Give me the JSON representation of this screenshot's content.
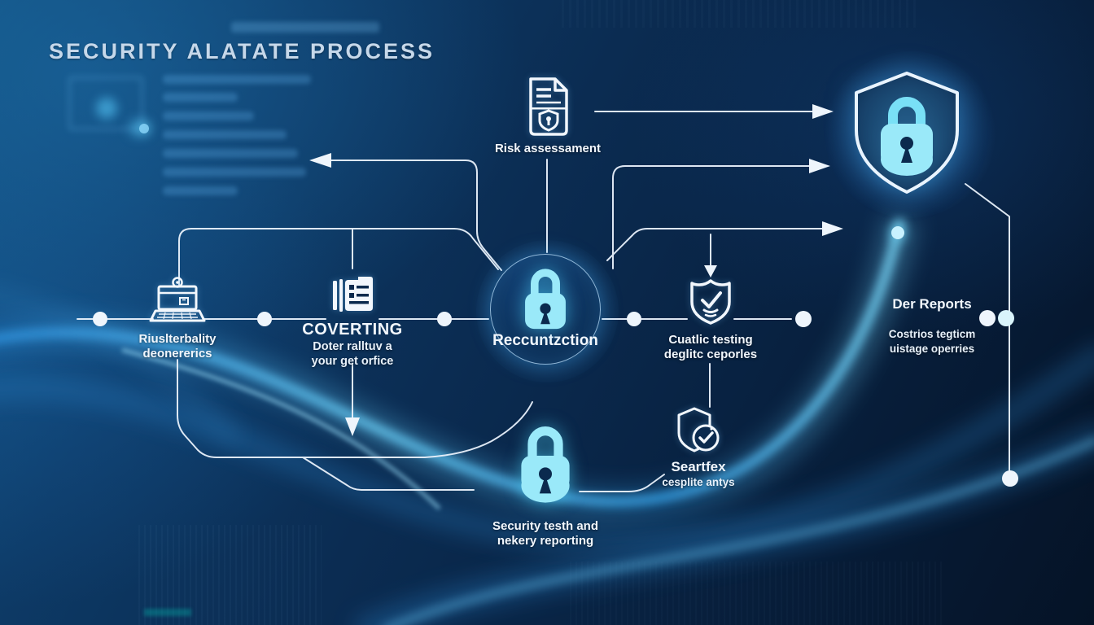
{
  "title": "SECURITY ALATATE PROCESS",
  "colors": {
    "accent": "#9ae9f9",
    "accent_deep": "#55d2f2",
    "line": "#e9f1fb",
    "bg_dark": "#061527",
    "bg_mid": "#0d3a66",
    "glow": "#3fb9ff",
    "label": "#f2f7fd",
    "title_color": "#c6d8ea"
  },
  "nodes": {
    "risk_assessment": {
      "label": "Risk assessament",
      "icon": "document-shield-icon"
    },
    "vulnerability": {
      "line1": "Riuslterbality",
      "line2": "deonererics",
      "icon": "laptop-scan-icon"
    },
    "coverting": {
      "title": "COVERTING",
      "line1": "Doter ralltuv a",
      "line2": "your get orfice",
      "icon": "newspaper-icon"
    },
    "reconstruction": {
      "label": "Reccuntzction",
      "icon": "padlock-icon"
    },
    "quality_testing": {
      "line1": "Cuatlic testing",
      "line2": "deglitc ceporles",
      "icon": "shield-check-icon"
    },
    "der_reports": {
      "title": "Der Reports",
      "line1": "Costrios tegticm",
      "line2": "uistage operries"
    },
    "security_reporting": {
      "line1": "Security testh and",
      "line2": "nekery reporting",
      "icon": "padlock-icon"
    },
    "seartfex": {
      "title": "Seartfex",
      "line1": "cesplite antys",
      "icon": "shield-circle-check-icon"
    },
    "final_shield": {
      "icon": "shield-lock-icon"
    }
  }
}
